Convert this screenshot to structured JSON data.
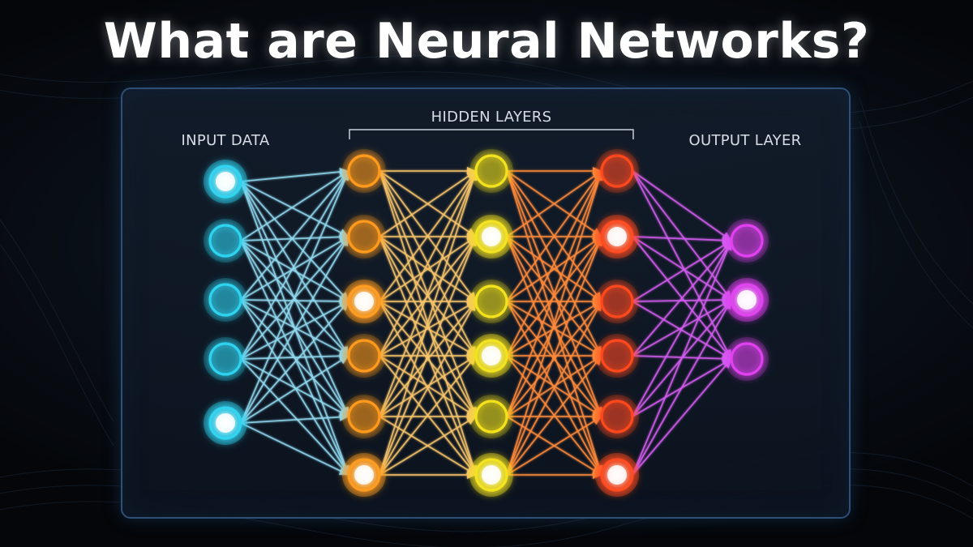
{
  "title": "What are Neural Networks?",
  "labels": {
    "input": "INPUT DATA",
    "hidden": "HIDDEN LAYERS",
    "output": "OUTPUT LAYER"
  },
  "layers": [
    {
      "name": "input",
      "nodes": 5,
      "color": "#2fd3f0",
      "bright": [
        0,
        4
      ]
    },
    {
      "name": "hidden-1",
      "nodes": 6,
      "color": "#ff9a1a",
      "bright": [
        2,
        5
      ]
    },
    {
      "name": "hidden-2",
      "nodes": 6,
      "color": "#f3e21a",
      "bright": [
        1,
        3,
        5
      ]
    },
    {
      "name": "hidden-3",
      "nodes": 6,
      "color": "#ff4a1e",
      "bright": [
        1,
        5
      ]
    },
    {
      "name": "output",
      "nodes": 3,
      "color": "#e040f0",
      "bright": [
        1
      ]
    }
  ],
  "connection_colors": [
    "#8fd8ee",
    "#f7c46a",
    "#ff8a3a",
    "#d35cf0"
  ]
}
